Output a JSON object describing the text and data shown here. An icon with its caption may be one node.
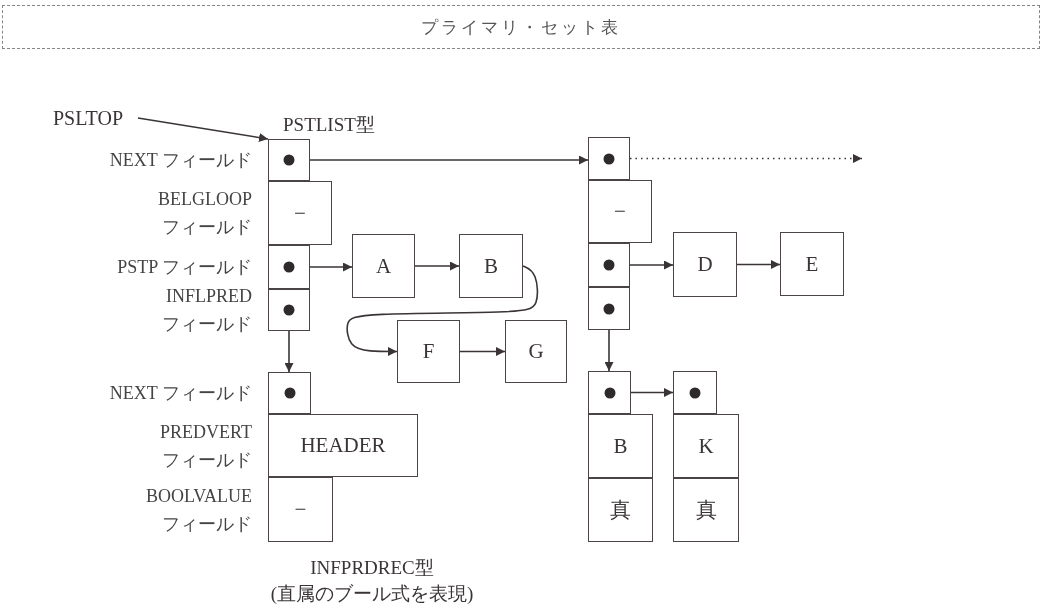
{
  "diagram": {
    "nodes": [
      {
        "text": [
          "プライマリ・セット表"
        ]
      },
      {
        "text": [
          "PSLTOP"
        ]
      },
      {
        "text": [],
        "shape": "box",
        "beside": [
          "NEXT フィールド"
        ]
      },
      {
        "text": [
          "−"
        ],
        "beside": [
          "BELGLOOP フィールド"
        ]
      },
      {
        "text": [],
        "shape": "box",
        "beside": [
          "PSTP フィールド"
        ]
      },
      {
        "text": [],
        "shape": "box",
        "beside": [
          "INFLPRED フィールド"
        ]
      },
      {
        "text": [
          "A"
        ]
      },
      {
        "text": [
          "B"
        ]
      },
      {
        "text": [
          "F"
        ]
      },
      {
        "text": [
          "G"
        ]
      },
      {
        "text": [],
        "shape": "box"
      },
      {
        "text": [
          "−"
        ]
      },
      {
        "text": [],
        "shape": "box"
      },
      {
        "text": [],
        "shape": "box"
      },
      {
        "text": [
          "D"
        ]
      },
      {
        "text": [
          "E"
        ]
      },
      {
        "text": [],
        "shape": "box",
        "beside": [
          "NEXT フィールド"
        ]
      },
      {
        "text": [
          "HEADER"
        ],
        "beside": [
          "PREDVERT フィールド"
        ]
      },
      {
        "text": [
          "−"
        ],
        "beside": [
          "BOOLVALUE フィールド"
        ]
      },
      {
        "text": [],
        "shape": "box"
      },
      {
        "text": [
          "B"
        ]
      },
      {
        "text": [
          "真"
        ]
      },
      {
        "text": [],
        "shape": "box"
      },
      {
        "text": [
          "K"
        ]
      },
      {
        "text": [
          "真"
        ]
      }
    ],
    "edges": [
      {
        "from": 1,
        "to": 2,
        "arrow": "to"
      },
      {
        "from": 2,
        "to": 10,
        "arrow": "to"
      },
      {
        "from": 10,
        "to": null,
        "arrow": "to",
        "style": "dashed"
      },
      {
        "from": 4,
        "to": 6,
        "arrow": "to"
      },
      {
        "from": 6,
        "to": 7,
        "arrow": "to"
      },
      {
        "from": 7,
        "to": 8,
        "arrow": "to"
      },
      {
        "from": 8,
        "to": 9,
        "arrow": "to"
      },
      {
        "from": 5,
        "to": 16,
        "arrow": "to"
      },
      {
        "from": 12,
        "to": 14,
        "arrow": "to"
      },
      {
        "from": 14,
        "to": 15,
        "arrow": "to"
      },
      {
        "from": 13,
        "to": 19,
        "arrow": "to"
      },
      {
        "from": 19,
        "to": 22,
        "arrow": "to"
      }
    ],
    "labels": [
      "PSTLIST型",
      "INFPRDREC型",
      "(直属のブール式を表現)"
    ]
  }
}
